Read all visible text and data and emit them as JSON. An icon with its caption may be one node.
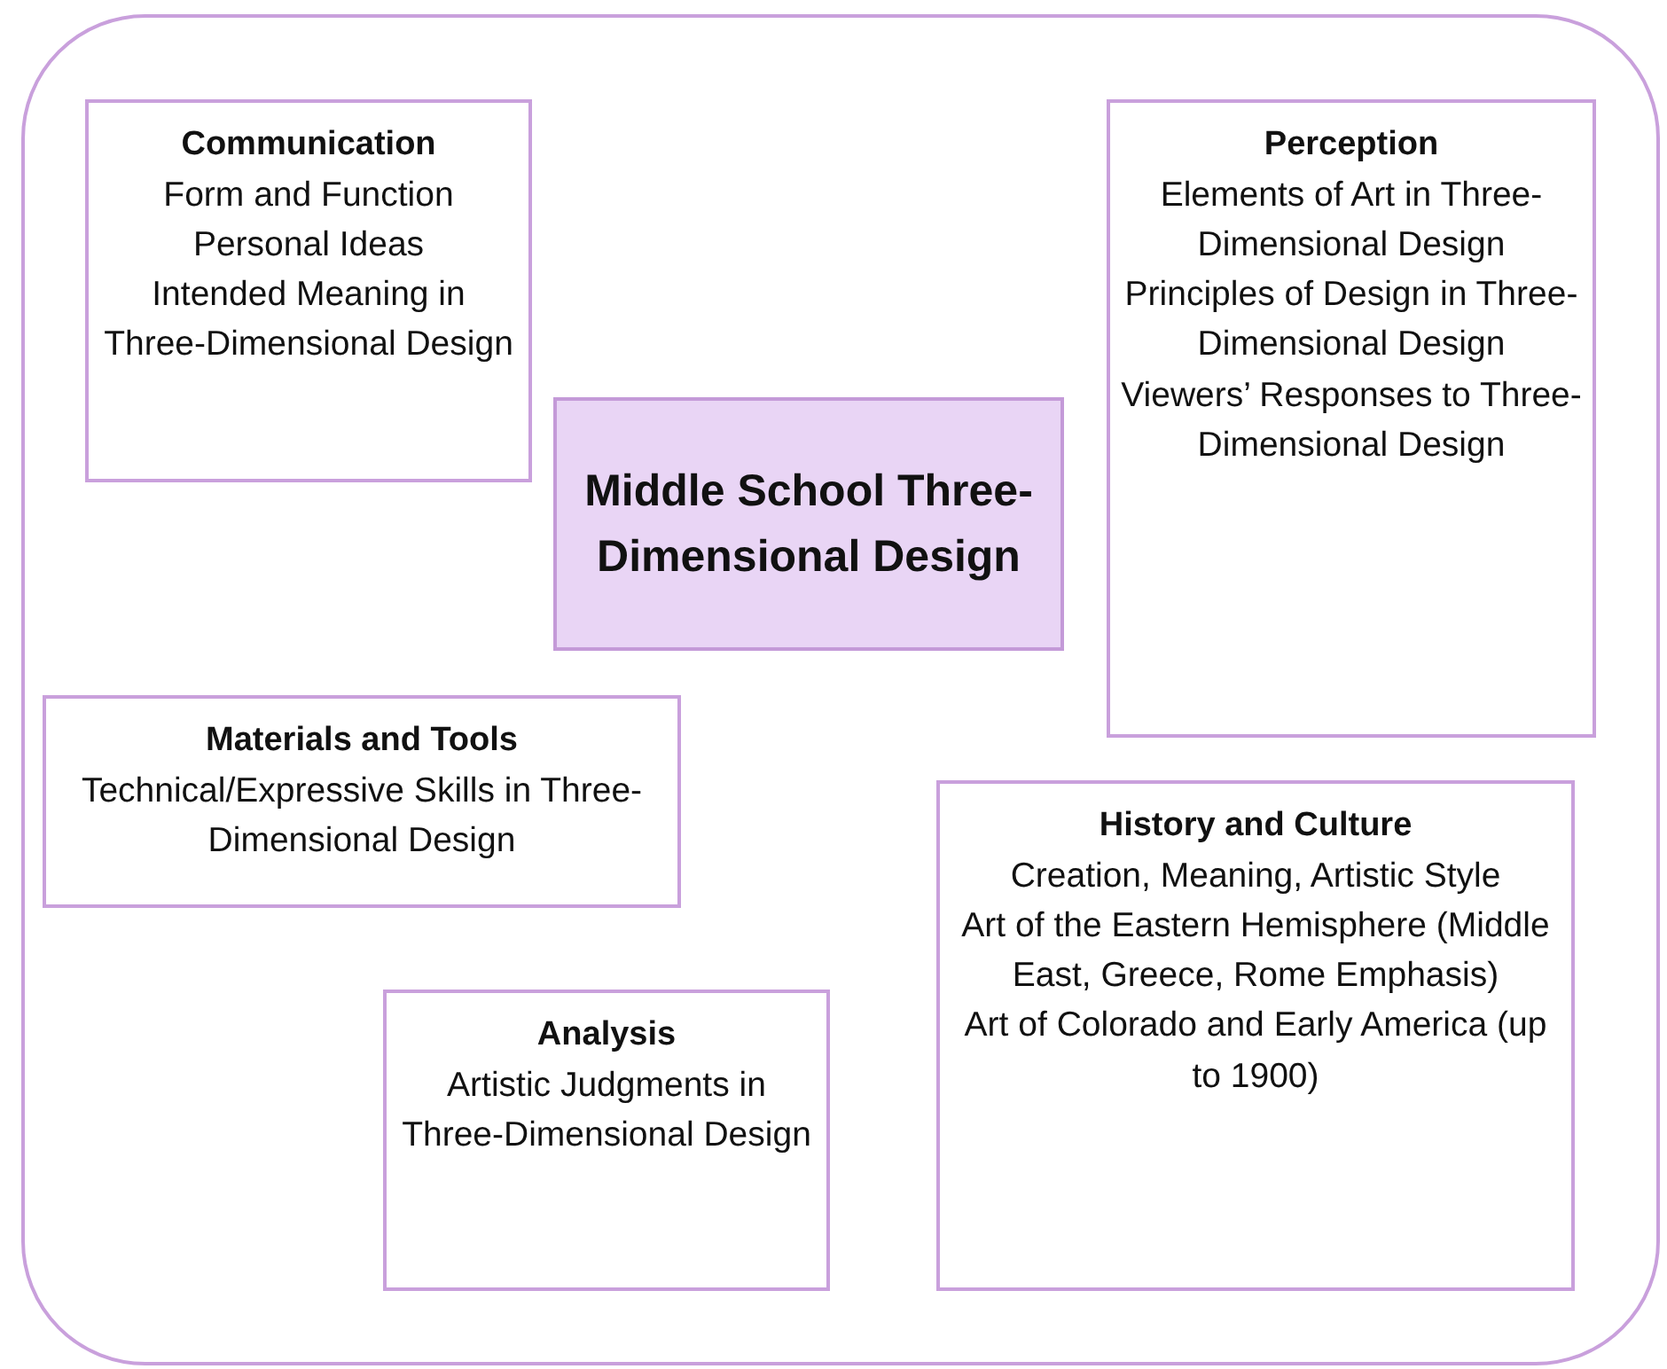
{
  "diagram": {
    "nodes": [
      {
        "text": [],
        "shape": "box"
      },
      {
        "text": [
          "Communication",
          "Form and Function",
          "Personal Ideas",
          "Intended Meaning in Three-Dimensional Design"
        ],
        "in": 0
      },
      {
        "text": [
          "Middle School Three-Dimensional Design"
        ],
        "in": 0
      },
      {
        "text": [
          "Perception",
          "Elements of Art in Three-Dimensional Design",
          "Principles of Design in Three-Dimensional Design",
          "Viewers’ Responses to Three-Dimensional Design"
        ],
        "in": 0
      },
      {
        "text": [
          "Materials and Tools",
          "Technical/Expressive Skills in Three-Dimensional Design"
        ],
        "in": 0
      },
      {
        "text": [
          "History and Culture",
          "Creation, Meaning, Artistic Style",
          "Art of the Eastern Hemisphere (Middle East, Greece, Rome Emphasis)",
          "Art of Colorado and Early America (up to 1900)"
        ],
        "in": 0
      },
      {
        "text": [
          "Analysis",
          "Artistic Judgments in Three-Dimensional Design"
        ],
        "in": 0
      }
    ]
  }
}
